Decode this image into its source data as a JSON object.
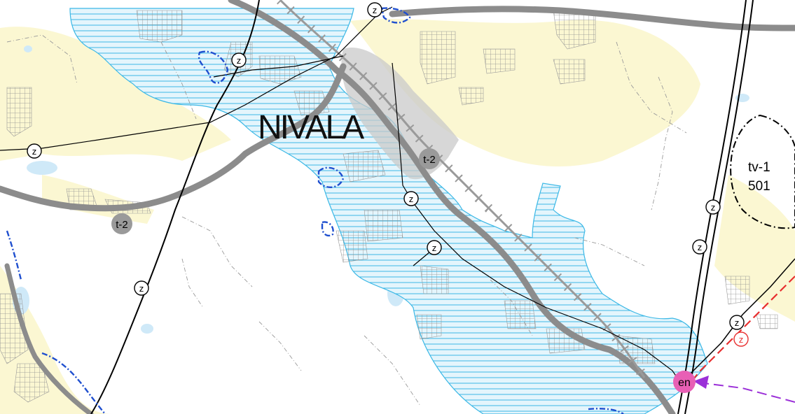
{
  "map": {
    "place_name": "NIVALA",
    "symbols": {
      "z": "z",
      "t2": "t-2",
      "en": "en",
      "tv1_line1": "tv-1",
      "tv1_line2": "501"
    }
  },
  "colors": {
    "background": "#ffffff",
    "yellow_zone": "#fbf7d2",
    "hatch_fill": "#dff3fb",
    "hatch_line": "#3bb8e6",
    "grid_block": "#a3a3a3",
    "main_road": "#8c8c8c",
    "railway": "#9a9a9a",
    "power_line": "#000000",
    "water": "#cfe9f8",
    "blue_boundary": "#1f4fcf",
    "red_line": "#e83030",
    "purple_arrow": "#9b30d8",
    "en_marker": "#e85fb5",
    "gray_center": "#c9c9c9"
  }
}
